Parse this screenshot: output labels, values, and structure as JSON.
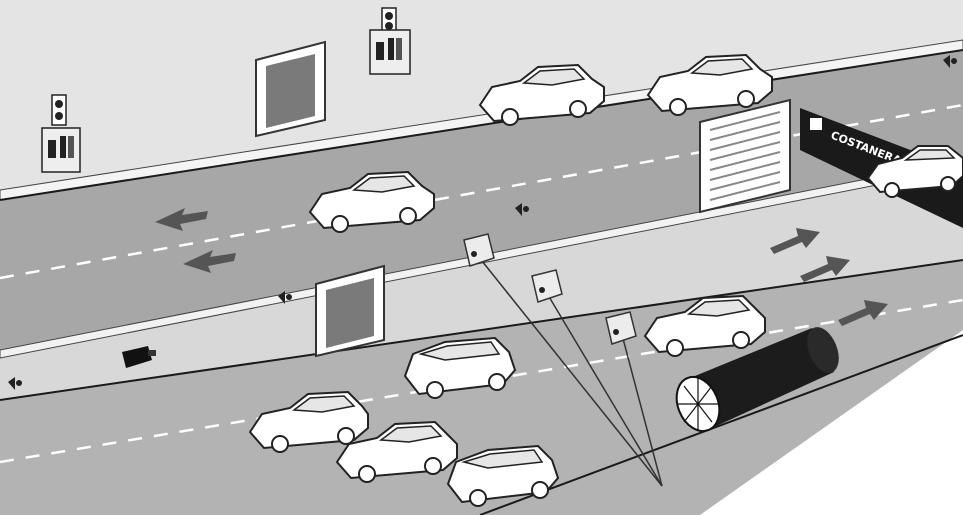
{
  "overhead_sign": {
    "text": "COSTANERA/PONTE"
  },
  "colors": {
    "road": "#a7a7a7",
    "wall": "#e4e4e4",
    "median_wall": "#d8d8d8",
    "pipe": "#1c1c1c",
    "arrow": "#555555",
    "sign_board": "#1a1a1a"
  },
  "icons": [
    "sos-sign",
    "fire-extinguisher",
    "camera",
    "speaker",
    "sensor-box",
    "roller-door",
    "pipe"
  ]
}
